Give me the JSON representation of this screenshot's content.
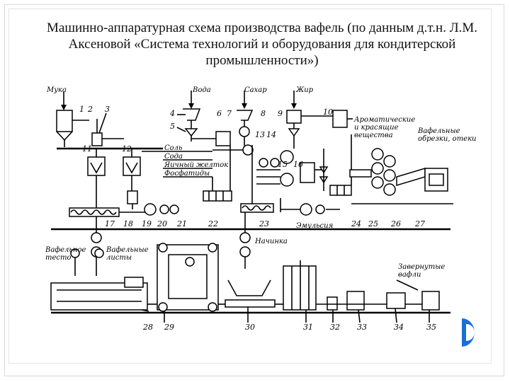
{
  "slide": {
    "title": "Машинно-аппаратурная схема производства вафель (по данным д.т.н. Л.М. Аксеновой «Система технологий и оборудования для кондитерской промышленности»)"
  },
  "diagram": {
    "inputs": {
      "flour": "Мука",
      "water": "Вода",
      "sugar": "Сахар",
      "fat": "Жир",
      "aroma": "Ароматические и красящие вещества",
      "scraps": "Вафельные обрезки, отеки",
      "filling": "Начинка",
      "emulsion": "Эмульсия",
      "batter": "Вафельное тесто",
      "sheets": "Вафельные листы",
      "wrapped": "Завернутые вафли"
    },
    "ingredients": [
      "Соль",
      "Сода",
      "Яичный желток",
      "Фосфатиды"
    ],
    "numbers": {
      "n1": "1",
      "n2": "2",
      "n3": "3",
      "n4": "4",
      "n5": "5",
      "n6": "6",
      "n7": "7",
      "n8": "8",
      "n9": "9",
      "n10": "10",
      "n11": "11",
      "n12": "12",
      "n13": "13",
      "n14": "14",
      "n15": "15",
      "n16": "16",
      "n17": "17",
      "n18": "18",
      "n19": "19",
      "n20": "20",
      "n21": "21",
      "n22": "22",
      "n23": "23",
      "n24": "24",
      "n25": "25",
      "n26": "26",
      "n27": "27",
      "n28": "28",
      "n29": "29",
      "n30": "30",
      "n31": "31",
      "n32": "32",
      "n33": "33",
      "n34": "34",
      "n35": "35"
    }
  },
  "colors": {
    "accent": "#1a6fd6",
    "ink": "#000000"
  }
}
